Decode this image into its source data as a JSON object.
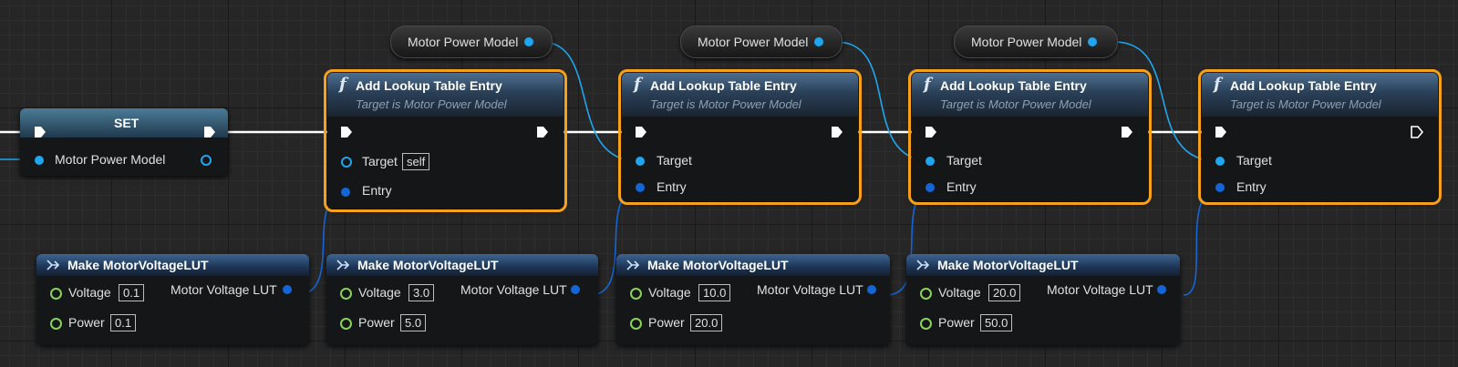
{
  "set_node": {
    "title": "SET",
    "pin_label": "Motor Power Model"
  },
  "variables": [
    {
      "label": "Motor Power Model"
    },
    {
      "label": "Motor Power Model"
    },
    {
      "label": "Motor Power Model"
    }
  ],
  "functions": [
    {
      "title": "Add Lookup Table Entry",
      "subtitle": "Target is Motor Power Model",
      "target_label": "Target",
      "target_value": "self",
      "entry_label": "Entry"
    },
    {
      "title": "Add Lookup Table Entry",
      "subtitle": "Target is Motor Power Model",
      "target_label": "Target",
      "entry_label": "Entry"
    },
    {
      "title": "Add Lookup Table Entry",
      "subtitle": "Target is Motor Power Model",
      "target_label": "Target",
      "entry_label": "Entry"
    },
    {
      "title": "Add Lookup Table Entry",
      "subtitle": "Target is Motor Power Model",
      "target_label": "Target",
      "entry_label": "Entry"
    }
  ],
  "makes": [
    {
      "title": "Make MotorVoltageLUT",
      "voltage_label": "Voltage",
      "voltage": "0.1",
      "power_label": "Power",
      "power": "0.1",
      "out_label": "Motor Voltage LUT"
    },
    {
      "title": "Make MotorVoltageLUT",
      "voltage_label": "Voltage",
      "voltage": "3.0",
      "power_label": "Power",
      "power": "5.0",
      "out_label": "Motor Voltage LUT"
    },
    {
      "title": "Make MotorVoltageLUT",
      "voltage_label": "Voltage",
      "voltage": "10.0",
      "power_label": "Power",
      "power": "20.0",
      "out_label": "Motor Voltage LUT"
    },
    {
      "title": "Make MotorVoltageLUT",
      "voltage_label": "Voltage",
      "voltage": "20.0",
      "power_label": "Power",
      "power": "50.0",
      "out_label": "Motor Voltage LUT"
    }
  ],
  "colors": {
    "exec_wire": "#ffffff",
    "object_wire": "#1ea7f0",
    "struct_wire": "#1466d6",
    "selection": "#f7a01c",
    "float_pin": "#8ad35a"
  }
}
